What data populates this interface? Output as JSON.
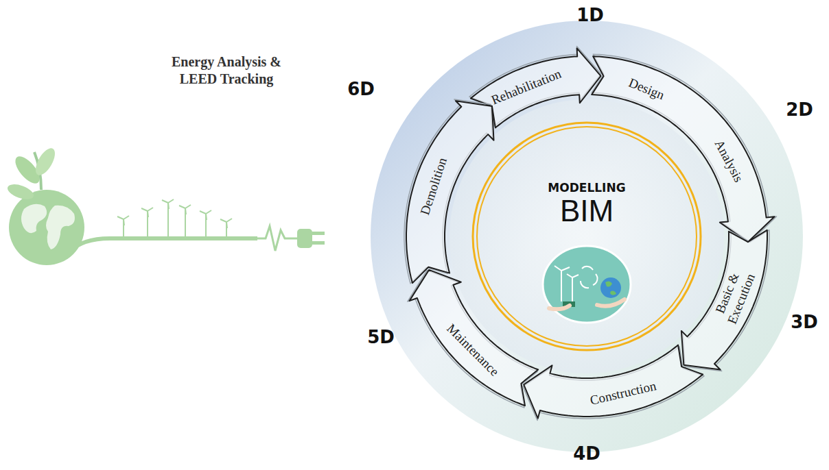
{
  "diagram": {
    "nodes": [
      {
        "text": [
          "MODELLING",
          "BIM"
        ]
      }
    ],
    "labels": [
      "Energy Analysis & LEED Tracking",
      "1D",
      "Rehabilitation",
      "Design",
      "2D",
      "Analysis",
      "Basic & Execution",
      "3D",
      "Construction",
      "4D",
      "Maintenance",
      "5D",
      "Demolition",
      "6D"
    ]
  }
}
